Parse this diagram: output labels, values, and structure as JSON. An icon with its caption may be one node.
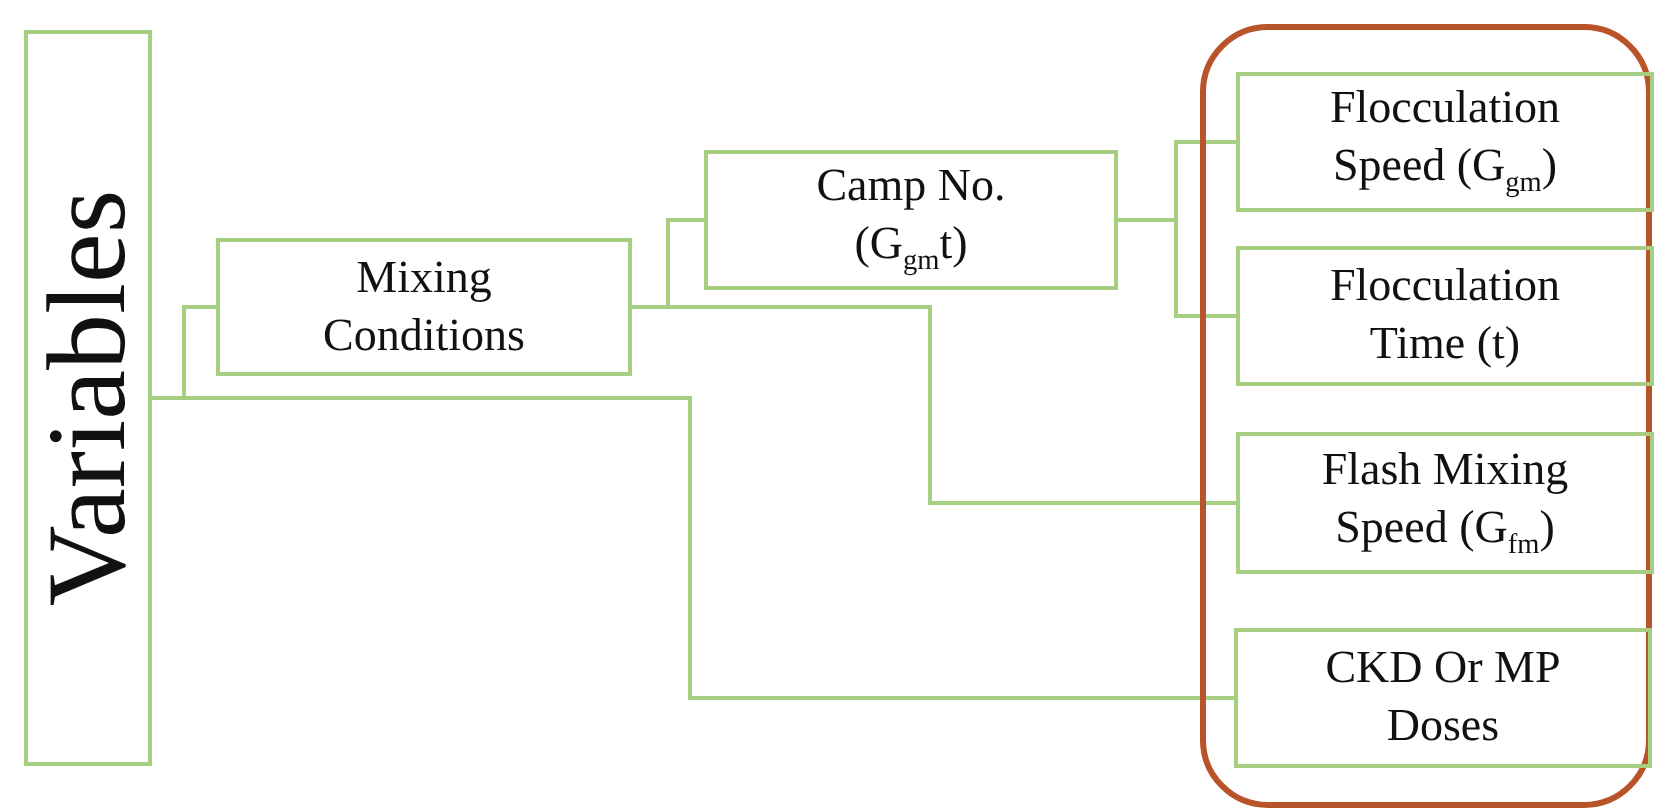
{
  "diagram": {
    "nodes": [
      {
        "text": [
          "Variables"
        ]
      },
      {
        "text": [
          "Mixing Conditions"
        ]
      },
      {
        "text": [
          "Camp No. (G$_{gm}$t)"
        ]
      },
      {
        "text": [],
        "shape": "box"
      },
      {
        "text": [
          "Flocculation Speed (G$_{gm}$)"
        ],
        "in": 3
      },
      {
        "text": [
          "Flocculation Time (t)"
        ],
        "in": 3
      },
      {
        "text": [
          "Flash Mixing Speed (G$_{fm}$)"
        ],
        "in": 3
      },
      {
        "text": [
          "CKD Or MP Doses"
        ],
        "in": 3
      }
    ],
    "edges": [
      {
        "from": 0,
        "to": 1,
        "arrow": "none"
      },
      {
        "from": 0,
        "to": 7,
        "arrow": "none"
      },
      {
        "from": 1,
        "to": 2,
        "arrow": "none"
      },
      {
        "from": 1,
        "to": 6,
        "arrow": "none"
      },
      {
        "from": 2,
        "to": 4,
        "arrow": "none"
      },
      {
        "from": 2,
        "to": 5,
        "arrow": "none"
      }
    ]
  }
}
